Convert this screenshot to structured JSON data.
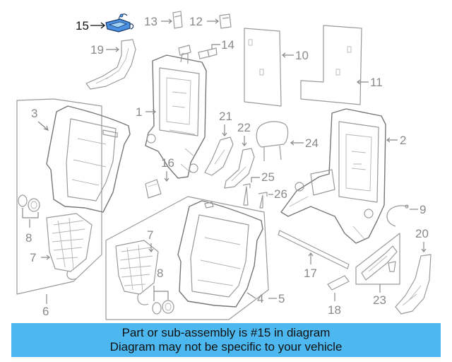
{
  "diagram": {
    "highlighted_part": "15",
    "callouts": [
      "1",
      "2",
      "3",
      "4",
      "5",
      "6",
      "7",
      "7",
      "8",
      "8",
      "9",
      "10",
      "11",
      "12",
      "13",
      "14",
      "15",
      "16",
      "17",
      "18",
      "19",
      "20",
      "21",
      "22",
      "23",
      "24",
      "25",
      "26"
    ]
  },
  "colors": {
    "banner": "#4db8f0",
    "highlight": "#4a90e2",
    "line_art": "#9a9a9a"
  },
  "banner": {
    "line1": "Part or sub-assembly is #15 in diagram",
    "line2": "Diagram may not be specific to your vehicle"
  }
}
